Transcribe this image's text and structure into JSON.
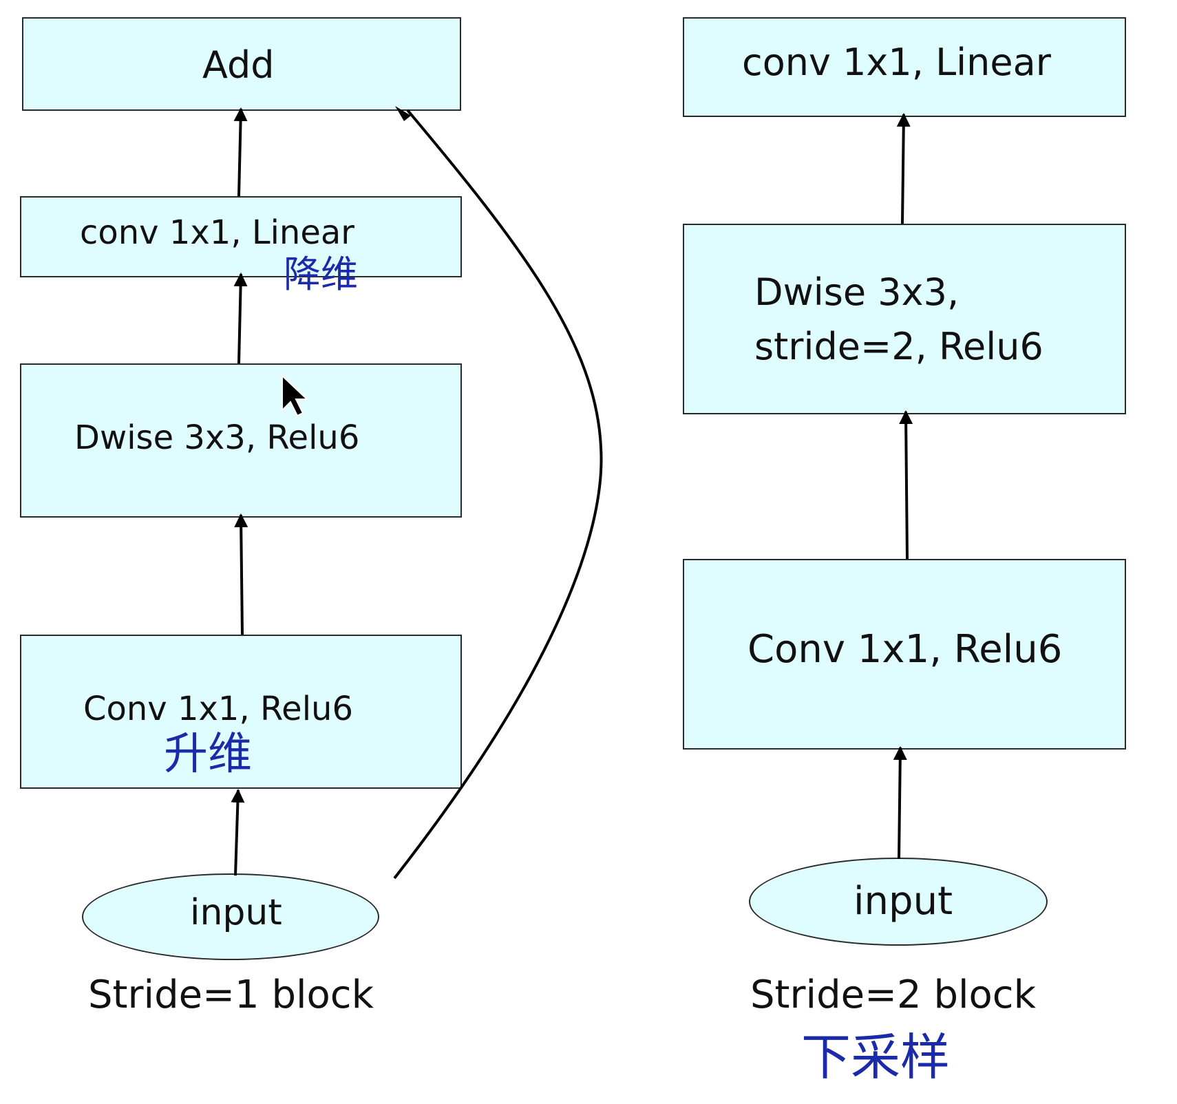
{
  "left": {
    "add": "Add",
    "conv_linear": "conv 1x1, Linear",
    "conv_linear_note": "降维",
    "dwise": "Dwise 3x3, Relu6",
    "conv_relu": "Conv 1x1, Relu6",
    "conv_relu_note": "升维",
    "input": "input",
    "caption": "Stride=1 block"
  },
  "right": {
    "conv_linear": "conv 1x1, Linear",
    "dwise_line1": "Dwise 3x3,",
    "dwise_line2": "stride=2, Relu6",
    "conv_relu": "Conv 1x1, Relu6",
    "input": "input",
    "caption": "Stride=2 block",
    "caption_note": "下采样"
  },
  "colors": {
    "box_fill": "#dffcfe",
    "handwriting": "#1a2aa8"
  }
}
